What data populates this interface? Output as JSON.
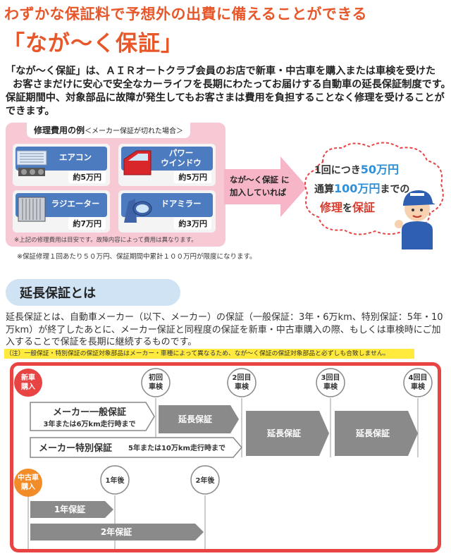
{
  "headline": "わずかな保証料で予想外の出費に備えることができる",
  "brand": "「なが～く保証」",
  "intro": {
    "line1": "「なが～く保証」は、ＡＩＲオートクラブ会員のお店で新車・中古車を購入または車検を受けた",
    "line2": "お客さまだけに安心で安全なカーライフを長期にわたってお届けする自動車の延長保証制度です。",
    "line3": "保証期間中、対象部品に故障が発生してもお客さまは費用を負担することなく修理を受けることが",
    "line4": "できます。"
  },
  "repair": {
    "title": "修理費用の例",
    "subtitle": "＜メーカー保証が切れた場合＞",
    "items": [
      {
        "name_line1": "エアコン",
        "name_line2": "",
        "price": "約5万円"
      },
      {
        "name_line1": "パワー",
        "name_line2": "ウインドウ",
        "price": "約5万円"
      },
      {
        "name_line1": "ラジエーター",
        "name_line2": "",
        "price": "約7万円"
      },
      {
        "name_line1": "ドアミラー",
        "name_line2": "",
        "price": "約3万円"
      }
    ],
    "note": "※上記の修理費用は目安です。故障内容によって費用は異なります。"
  },
  "arrow": {
    "line1": "なが～く保証 に",
    "line2": "加入していれば"
  },
  "cloud": {
    "line1_pre": "1回につき",
    "line1_big": "50万円",
    "line2_pre": "通算",
    "line2_big": "100万円",
    "line2_post": "までの",
    "line3_red1": "修理",
    "line3_mid": "を",
    "line3_red2": "保証"
  },
  "limit_note": "※保証修理１回あたり５０万円、保証期間中累計１００万円が限度になります。",
  "section_title": "延長保証とは",
  "body": {
    "line1": "延長保証とは、自動車メーカー（以下、メーカー）の保証（一般保証：3年・6万km、特別保証：5年・10",
    "line2": "万km）が終了したあとに、メーカー保証と同程度の保証を新車・中古車購入の際、もしくは車検時にご加",
    "line3": "入することで保証を長期に継続するものです。"
  },
  "yellow_note": "（注）一般保証・特別保証の保証対象部品はメーカー・車種によって異なるため、なが～く保証の保証対象部品と必ずしも合致しません。",
  "diagram": {
    "new_car": [
      "新車",
      "購入"
    ],
    "used_car": [
      "中古車",
      "購入"
    ],
    "inspections": [
      [
        "初回",
        "車検"
      ],
      [
        "2回目",
        "車検"
      ],
      [
        "3回目",
        "車検"
      ],
      [
        "4回目",
        "車検"
      ]
    ],
    "used_marks": [
      "1年後",
      "2年後"
    ],
    "general_warranty": "メーカー一般保証",
    "general_detail": "3年または6万km走行時まで",
    "special_warranty": "メーカー特別保証",
    "special_detail": "5年または10万km走行時まで",
    "extended": "延長保証",
    "one_year": "1年保証",
    "two_year": "2年保証"
  },
  "colors": {
    "orange": "#e8572a",
    "red": "#e84444",
    "blue": "#4d7bc0",
    "gray_arrow": "#8a8a8a",
    "pink": "#f7c9d5",
    "light_blue": "#cfe3f4"
  }
}
